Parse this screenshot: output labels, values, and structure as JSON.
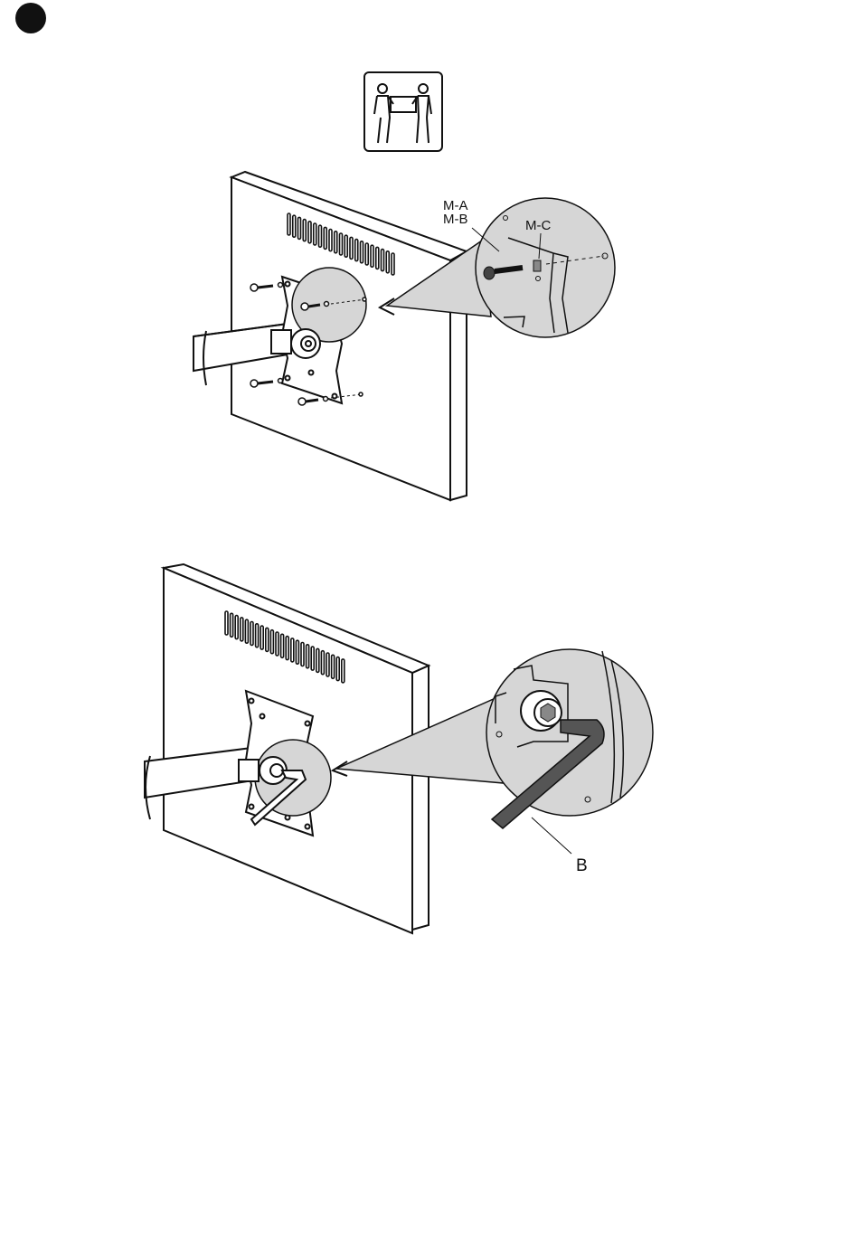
{
  "callouts": {
    "top": {
      "screw_a": "M-A",
      "screw_b": "M-B",
      "washer": "M-C"
    },
    "bottom": {
      "tool": "B"
    }
  },
  "icons": {
    "step_marker": "filled-circle-step-icon",
    "two_person_lift": "two-person-lift-icon"
  },
  "colors": {
    "ink": "#111111",
    "zoom_fill": "#d6d6d6",
    "panel_fill": "#ffffff"
  }
}
